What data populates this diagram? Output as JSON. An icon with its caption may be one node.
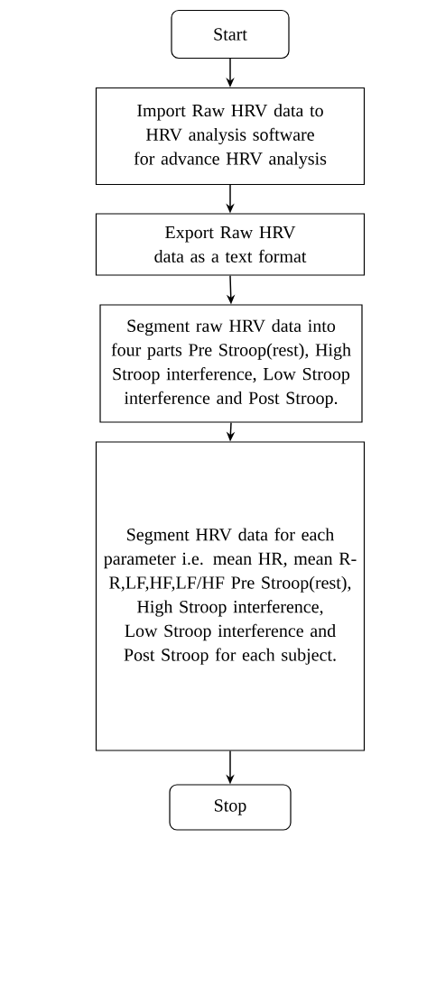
{
  "diagram": {
    "nodes": [
      {
        "text": [
          "Start"
        ]
      },
      {
        "text": [
          "Import Raw HRV data to HRV analysis software for advance HRV analysis"
        ]
      },
      {
        "text": [
          "Export Raw HRV data as a text format"
        ]
      },
      {
        "text": [
          "Segment raw HRV data into four parts Pre Stroop(rest), High Stroop interference, Low Stroop interference and Post Stroop."
        ]
      },
      {
        "text": [
          "Segment HRV data for each parameter i.e. mean HR, mean R-R,LF,HF,LF/HF Pre Stroop(rest), High Stroop interference, Low Stroop interference and Post Stroop for each subject."
        ]
      },
      {
        "text": [
          "Stop"
        ]
      }
    ],
    "edges": [
      {
        "from": 0,
        "to": 1,
        "arrow": "to"
      },
      {
        "from": 1,
        "to": 2,
        "arrow": "to"
      },
      {
        "from": 2,
        "to": 3,
        "arrow": "to"
      },
      {
        "from": 3,
        "to": 4,
        "arrow": "to"
      },
      {
        "from": 4,
        "to": 5,
        "arrow": "to"
      }
    ]
  }
}
